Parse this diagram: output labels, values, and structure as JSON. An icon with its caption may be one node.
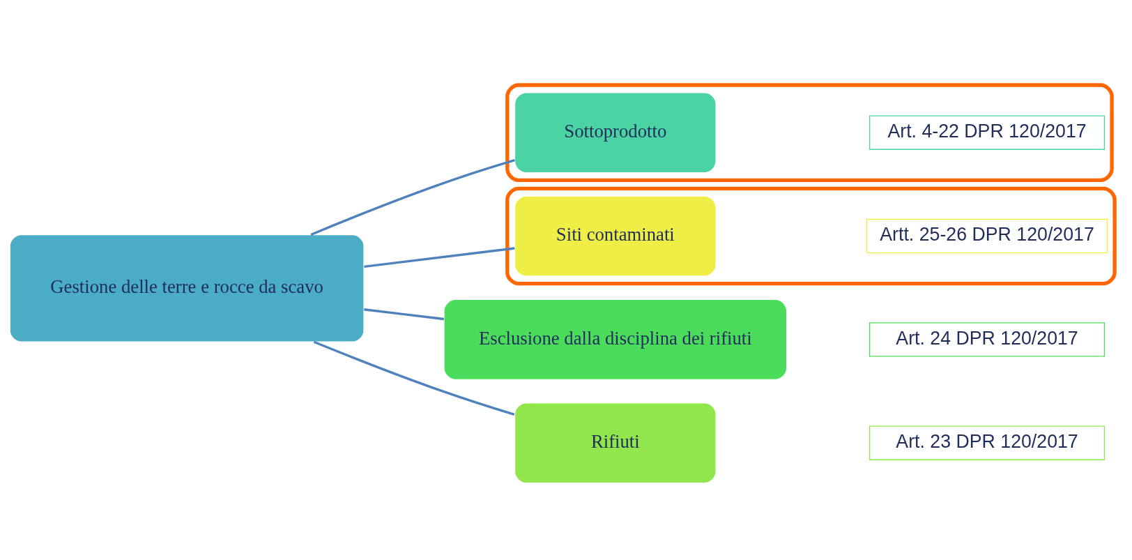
{
  "diagram": {
    "nodes": [
      {
        "text": [
          "Gestione delle terre e rocce da scavo"
        ]
      },
      {
        "text": [],
        "shape": "box"
      },
      {
        "text": [
          "Sottoprodotto"
        ],
        "in": 1
      },
      {
        "text": [
          "Art. 4-22 DPR 120/2017"
        ],
        "in": 1
      },
      {
        "text": [
          "Esclusione dalla disciplina dei rifiuti"
        ]
      },
      {
        "text": [
          "Art. 24 DPR 120/2017"
        ]
      },
      {
        "text": [
          "Rifiuti"
        ]
      },
      {
        "text": [
          "Art. 23 DPR 120/2017"
        ]
      },
      {
        "text": [],
        "shape": "box"
      },
      {
        "text": [
          "Siti contaminati"
        ],
        "in": 8
      },
      {
        "text": [
          "Artt. 25-26 DPR 120/2017"
        ],
        "in": 8
      }
    ],
    "edges": [
      {
        "from": 0,
        "to": 2,
        "arrow": "none"
      },
      {
        "from": 0,
        "to": 4,
        "arrow": "none"
      },
      {
        "from": 0,
        "to": 6,
        "arrow": "none"
      },
      {
        "from": 0,
        "to": 9,
        "arrow": "none"
      }
    ]
  }
}
